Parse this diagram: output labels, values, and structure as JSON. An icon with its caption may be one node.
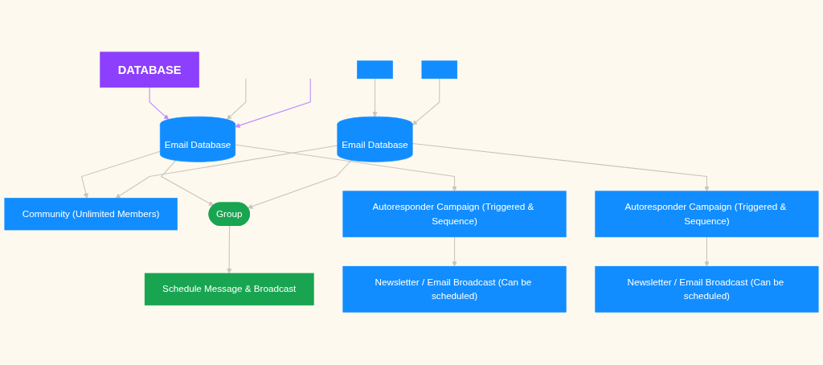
{
  "diagram": {
    "nodes": [
      {
        "text": [
          "DATABASE"
        ]
      },
      {
        "text": [
          "Email Database"
        ]
      },
      {
        "text": [
          "Community (Unlimited Members)"
        ]
      },
      {
        "text": [
          "Group"
        ]
      },
      {
        "text": [
          "Schedule Message & Broadcast"
        ]
      },
      {
        "text": [
          "Email Database"
        ]
      },
      {
        "text": [
          "Autoresponder Campaign (Triggered & Sequence)"
        ]
      },
      {
        "text": [
          "Newsletter / Email Broadcast (Can be scheduled)"
        ]
      },
      {
        "text": [
          "Autoresponder Campaign (Triggered & Sequence)"
        ]
      },
      {
        "text": [
          "Newsletter / Email Broadcast (Can be scheduled)"
        ]
      },
      {
        "text": [],
        "shape": "box"
      },
      {
        "text": [],
        "shape": "box"
      }
    ],
    "edges": [
      {
        "from": 0,
        "to": 1,
        "arrow": "to",
        "color": "#c08cff"
      },
      {
        "from": null,
        "to": 1,
        "arrow": "to"
      },
      {
        "from": null,
        "to": 1,
        "arrow": "to",
        "color": "#c08cff"
      },
      {
        "from": 1,
        "to": 2,
        "arrow": "to"
      },
      {
        "from": 1,
        "to": 3,
        "arrow": "to"
      },
      {
        "from": 5,
        "to": 2,
        "arrow": "to"
      },
      {
        "from": 5,
        "to": 3,
        "arrow": "to"
      },
      {
        "from": 3,
        "to": 4,
        "arrow": "to"
      },
      {
        "from": 1,
        "to": 6,
        "arrow": "to"
      },
      {
        "from": 6,
        "to": 7,
        "arrow": "to"
      },
      {
        "from": 10,
        "to": 5,
        "arrow": "to"
      },
      {
        "from": 11,
        "to": 5,
        "arrow": "to"
      },
      {
        "from": 5,
        "to": 8,
        "arrow": "to"
      },
      {
        "from": 8,
        "to": 9,
        "arrow": "to"
      }
    ]
  }
}
